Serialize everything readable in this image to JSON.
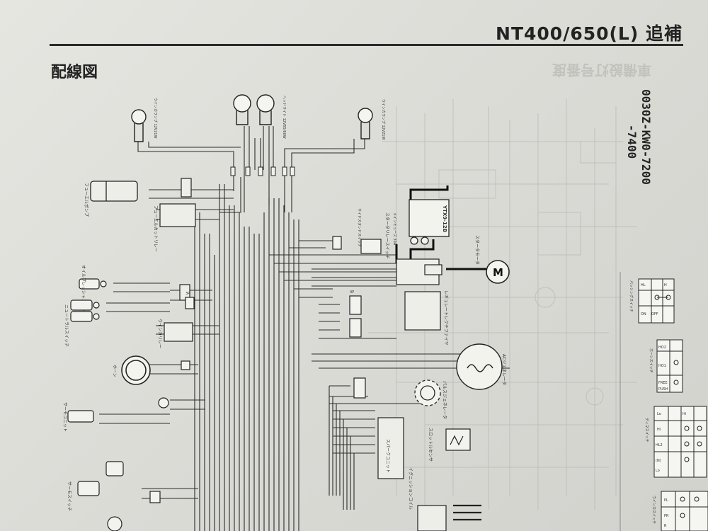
{
  "header": {
    "title": "NT400/650(L) 追補"
  },
  "section": {
    "title": "配線図"
  },
  "model_codes": {
    "line1": "0030Z-KW0-7200",
    "line2": "-7400"
  },
  "components": {
    "battery": "YTX9-12B",
    "starter_motor": "スタータモータ",
    "motor_symbol": "M",
    "fuel_pump": "フューエルポンプ",
    "fuel_cut_relay": "フューエルカットリレー",
    "oil_pressure_switch": "オイルプレッシャスイッチ",
    "neutral_switch": "ニュートラルスイッチ",
    "winker_relay": "ウインカリレー",
    "horn": "ホーン",
    "thermo_unit": "サーモユニット",
    "thermo_switch": "サーモスイッチ",
    "regulator_rectifier": "レギュレートレクチファイヤ",
    "ac_generator": "ACジェネレータ",
    "pulse_generator": "パルスジェネレータ",
    "spark_unit": "スパークユニット",
    "throttle_sensor": "スロットルセンサ",
    "ignition_coil": "イグニッションコイル",
    "starter_relay_switch": "スタータリレースイッチ",
    "main_fuse": "メインヒューズ 30A",
    "side_stand_switch": "サイドスタンドスイッチ",
    "headlight": "ヘッドライト 12V55/60W",
    "winker_lamp": "ウインカランプ 12V21W",
    "connector_3p": "3P",
    "connector_4p": "4P"
  },
  "tables": {
    "passing_switch": {
      "title": "パッシングスイッチ",
      "headers": [
        "HL",
        "H"
      ],
      "rows": [
        "ON",
        "OFF"
      ]
    },
    "horn_switch": {
      "title": "ホーンスイッチ",
      "headers": [
        "HO1",
        "HO2"
      ],
      "rows": [
        "FREE",
        "PUSH"
      ]
    },
    "dimmer_switch": {
      "title": "ディマスイッチ",
      "headers": [
        "HL2",
        "Hi",
        "Lo"
      ],
      "rows": [
        "Hi",
        "(N)",
        "Lo"
      ]
    },
    "winker_switch": {
      "title": "ウインカスイッチ",
      "headers": [
        "PL",
        "PR"
      ],
      "rows": [
        "R"
      ]
    }
  }
}
